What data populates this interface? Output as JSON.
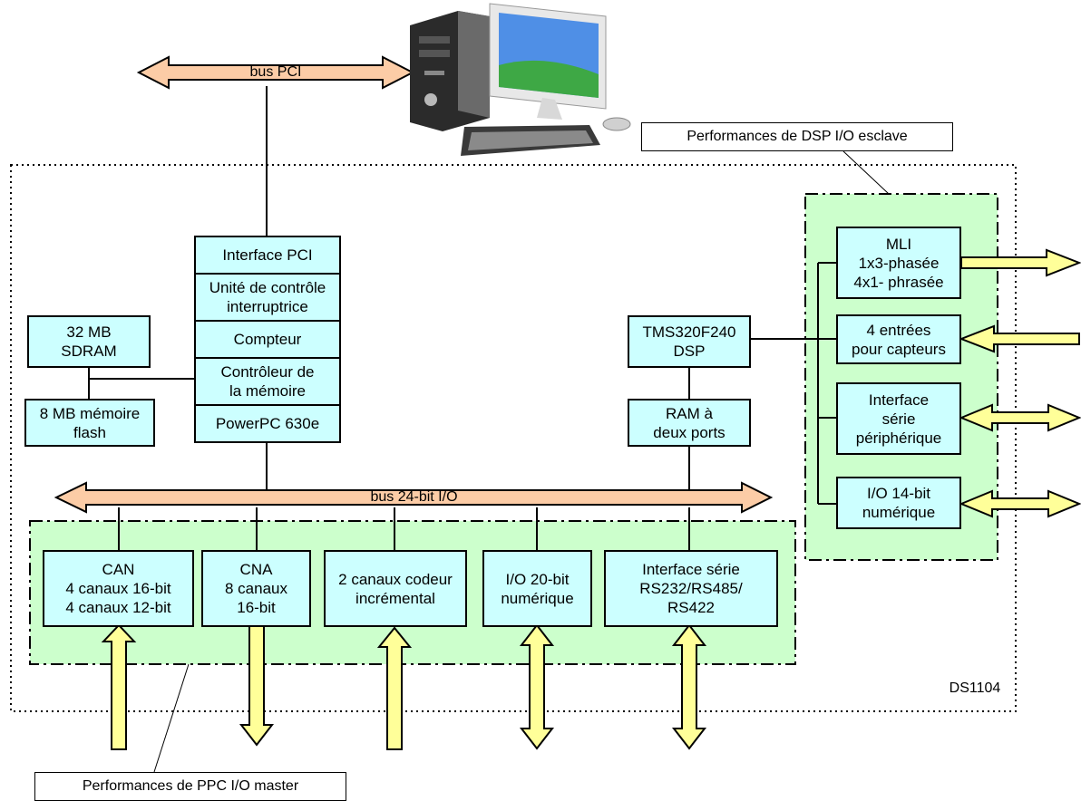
{
  "blocks": {
    "interface_pci": "Interface PCI",
    "unite_controle": "Unité de contrôle\ninterruptrice",
    "compteur": "Compteur",
    "controleur_memoire": "Contrôleur de\nla mémoire",
    "powerpc": "PowerPC 630e",
    "sdram": "32 MB\nSDRAM",
    "flash": "8 MB mémoire\nflash",
    "dsp": "TMS320F240\nDSP",
    "ram_dual": "RAM à\ndeux ports",
    "mli": "MLI\n1x3-phasée\n4x1- phrasée",
    "entrees_capteurs": "4 entrées\npour capteurs",
    "interface_peripherique": "Interface\nsérie\npériphérique",
    "io_14bit": "I/O 14-bit\nnumérique",
    "can": "CAN\n4 canaux 16-bit\n4 canaux 12-bit",
    "cna": "CNA\n8 canaux\n16-bit",
    "codeur": "2 canaux codeur\nincrémental",
    "io_20bit": "I/O 20-bit\nnumérique",
    "interface_serie": "Interface série\nRS232/RS485/\nRS422"
  },
  "buses": {
    "pci": "bus PCI",
    "io24": "bus 24-bit I/O"
  },
  "callouts": {
    "dsp_slave": "Performances  de DSP I/O esclave",
    "ppc_master": "Performances de PPC I/O master"
  },
  "board_label": "DS1104",
  "colors": {
    "block_fill": "#ccffff",
    "group_fill": "#ccffcc",
    "bus_fill": "#fccca6",
    "io_arrow_fill": "#ffff99"
  },
  "icons": [
    "desktop-computer-icon"
  ]
}
